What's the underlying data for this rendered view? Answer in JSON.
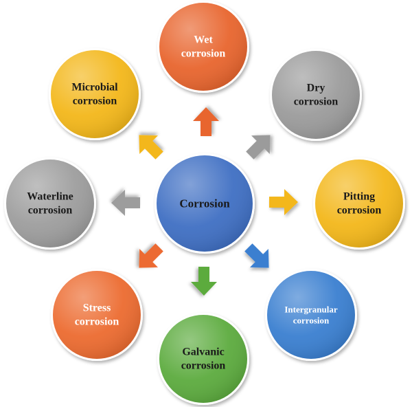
{
  "center": {
    "lines": [
      "Corrosion"
    ],
    "color": "#3f6fc3"
  },
  "types": [
    {
      "key": "wet",
      "lines": [
        "Wet",
        "corrosion"
      ],
      "color": "#e8652e",
      "text": "light"
    },
    {
      "key": "dry",
      "lines": [
        "Dry",
        "corrosion"
      ],
      "color": "#9b9b9b",
      "text": "dark"
    },
    {
      "key": "pitting",
      "lines": [
        "Pitting",
        "corrosion"
      ],
      "color": "#f3b71a",
      "text": "dark"
    },
    {
      "key": "intergranular",
      "lines": [
        "Intergranular",
        "corrosion"
      ],
      "color": "#3a7fd0",
      "text": "light"
    },
    {
      "key": "galvanic",
      "lines": [
        "Galvanic",
        "corrosion"
      ],
      "color": "#5cab3e",
      "text": "dark"
    },
    {
      "key": "stress",
      "lines": [
        "Stress",
        "corrosion"
      ],
      "color": "#ec6b30",
      "text": "light"
    },
    {
      "key": "waterline",
      "lines": [
        "Waterline",
        "corrosion"
      ],
      "color": "#9d9d9d",
      "text": "dark"
    },
    {
      "key": "microbial",
      "lines": [
        "Microbial",
        "corrosion"
      ],
      "color": "#f3b71a",
      "text": "dark"
    }
  ],
  "arrows": [
    {
      "key": "up",
      "color": "#e8652e"
    },
    {
      "key": "up-right",
      "color": "#9b9b9b"
    },
    {
      "key": "right",
      "color": "#f3b71a"
    },
    {
      "key": "down-right",
      "color": "#3a7fd0"
    },
    {
      "key": "down",
      "color": "#5cab3e"
    },
    {
      "key": "down-left",
      "color": "#ec6b30"
    },
    {
      "key": "left",
      "color": "#9d9d9d"
    },
    {
      "key": "up-left",
      "color": "#f3b71a"
    }
  ]
}
